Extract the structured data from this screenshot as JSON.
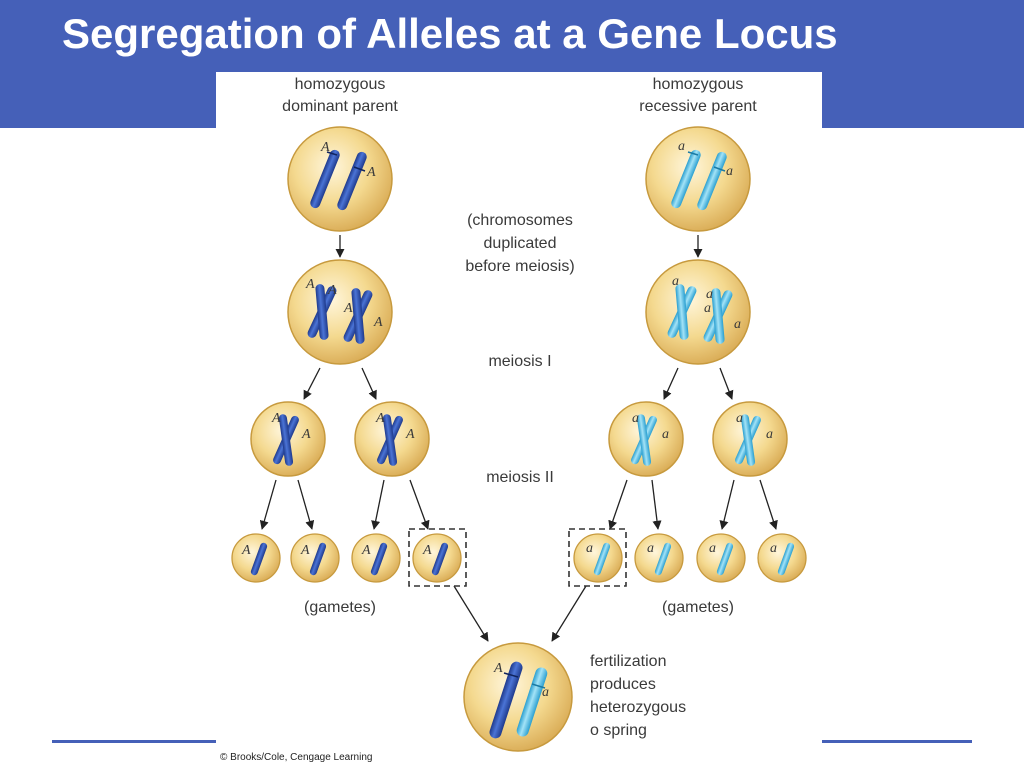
{
  "slide": {
    "title": "Segregation of Alleles at a Gene Locus"
  },
  "figure": {
    "labels": {
      "dominant_parent_line1": "homozygous",
      "dominant_parent_line2": "dominant parent",
      "recessive_parent_line1": "homozygous",
      "recessive_parent_line2": "recessive parent",
      "duplication_line1": "(chromosomes",
      "duplication_line2": "duplicated",
      "duplication_line3": "before meiosis)",
      "meiosis_1": "meiosis I",
      "meiosis_2": "meiosis II",
      "gametes_left": "(gametes)",
      "gametes_right": "(gametes)",
      "fertilization_line1": "fertilization",
      "fertilization_line2": "produces",
      "fertilization_line3": "heterozygous",
      "fertilization_line4": "o spring"
    },
    "alleles": {
      "dominant": "A",
      "recessive": "a"
    },
    "colors": {
      "dominant_chromosome": "#2f52b0",
      "recessive_chromosome": "#5fc3ea",
      "cell_fill": "#f2d488",
      "cell_edge": "#c79a3e",
      "banner": "#4560b8"
    },
    "credit": "© Brooks/Cole, Cengage Learning"
  }
}
